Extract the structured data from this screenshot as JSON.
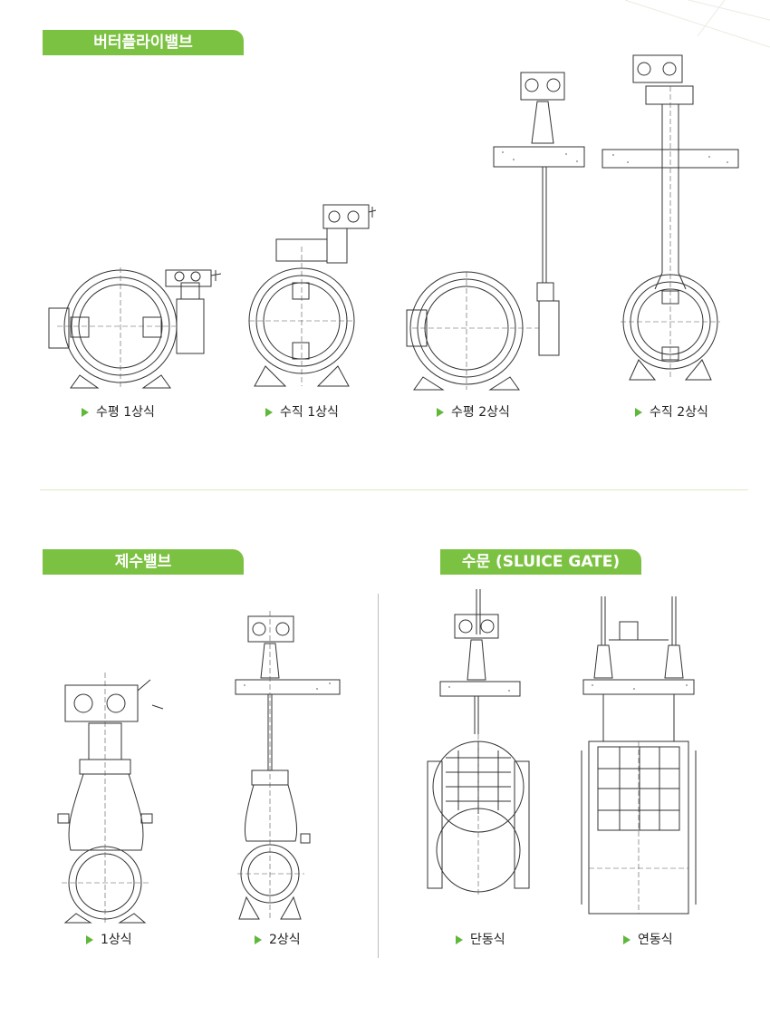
{
  "sections": {
    "butterfly": {
      "title": "버터플라이밸브",
      "items": [
        {
          "label": "수평 1상식"
        },
        {
          "label": "수직 1상식"
        },
        {
          "label": "수평 2상식"
        },
        {
          "label": "수직 2상식"
        }
      ]
    },
    "control": {
      "title": "제수밸브",
      "items": [
        {
          "label": "1상식"
        },
        {
          "label": "2상식"
        }
      ]
    },
    "sluice": {
      "title": "수문 (SLUICE GATE)",
      "items": [
        {
          "label": "단동식"
        },
        {
          "label": "연동식"
        }
      ]
    }
  },
  "colors": {
    "accent": "#7cc242",
    "line": "#333333",
    "divider": "#d9ebc2"
  }
}
